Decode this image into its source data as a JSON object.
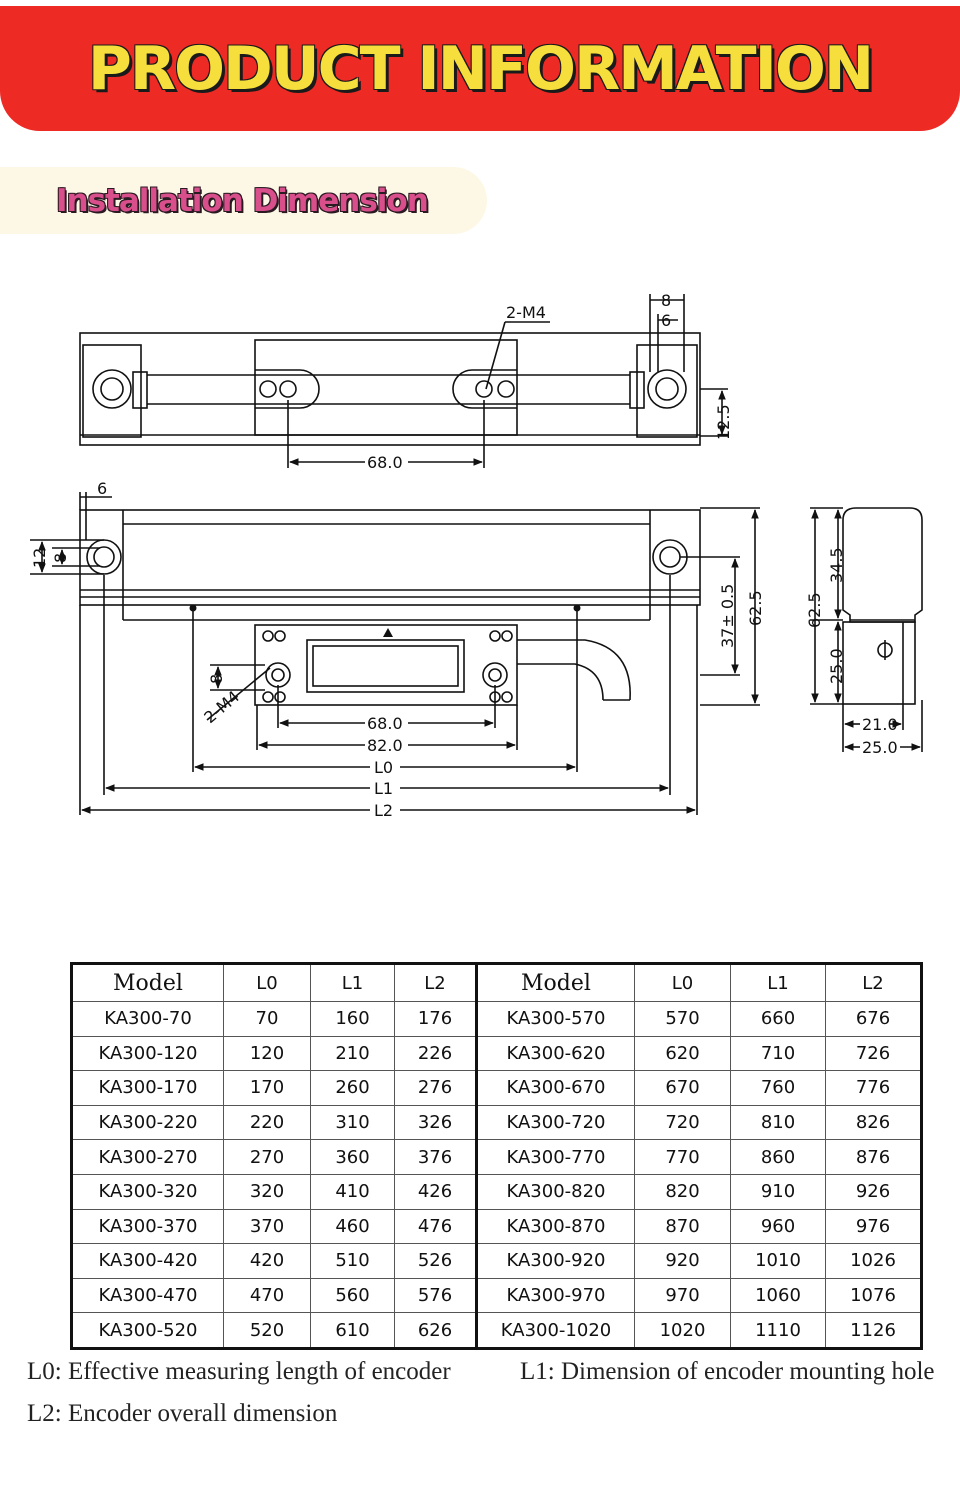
{
  "banner": {
    "title": "PRODUCT INFORMATION"
  },
  "section": {
    "title": "Installation Dimension"
  },
  "drawing": {
    "labels": {
      "top_hole": "2-M4",
      "dim_8": "8",
      "dim_6": "6",
      "dim_12_5": "12.5",
      "dim_68_top": "68.0",
      "dim_6_left": "6",
      "dim_12": "12",
      "dim_8_left": "8",
      "dim_8_small": "8",
      "bottom_hole": "2-M4",
      "dim_68": "68.0",
      "dim_82": "82.0",
      "dim_L0": "L0",
      "dim_L1": "L1",
      "dim_L2": "L2",
      "dim_37": "37± 0.5",
      "dim_62_5": "62.5",
      "side_62_5": "62.5",
      "side_34_5": "34.5",
      "side_25": "25.0",
      "side_21": "21.0",
      "side_25_bottom": "25.0"
    }
  },
  "table": {
    "headers": [
      "Model",
      "L0",
      "L1",
      "L2",
      "Model",
      "L0",
      "L1",
      "L2"
    ],
    "rows": [
      [
        "KA300-70",
        "70",
        "160",
        "176",
        "KA300-570",
        "570",
        "660",
        "676"
      ],
      [
        "KA300-120",
        "120",
        "210",
        "226",
        "KA300-620",
        "620",
        "710",
        "726"
      ],
      [
        "KA300-170",
        "170",
        "260",
        "276",
        "KA300-670",
        "670",
        "760",
        "776"
      ],
      [
        "KA300-220",
        "220",
        "310",
        "326",
        "KA300-720",
        "720",
        "810",
        "826"
      ],
      [
        "KA300-270",
        "270",
        "360",
        "376",
        "KA300-770",
        "770",
        "860",
        "876"
      ],
      [
        "KA300-320",
        "320",
        "410",
        "426",
        "KA300-820",
        "820",
        "910",
        "926"
      ],
      [
        "KA300-370",
        "370",
        "460",
        "476",
        "KA300-870",
        "870",
        "960",
        "976"
      ],
      [
        "KA300-420",
        "420",
        "510",
        "526",
        "KA300-920",
        "920",
        "1010",
        "1026"
      ],
      [
        "KA300-470",
        "470",
        "560",
        "576",
        "KA300-970",
        "970",
        "1060",
        "1076"
      ],
      [
        "KA300-520",
        "520",
        "610",
        "626",
        "KA300-1020",
        "1020",
        "1110",
        "1126"
      ]
    ]
  },
  "notes": {
    "l0": "L0: Effective measuring length of encoder",
    "l1": "L1: Dimension of encoder mounting hole",
    "l2": "L2: Encoder overall dimension"
  }
}
